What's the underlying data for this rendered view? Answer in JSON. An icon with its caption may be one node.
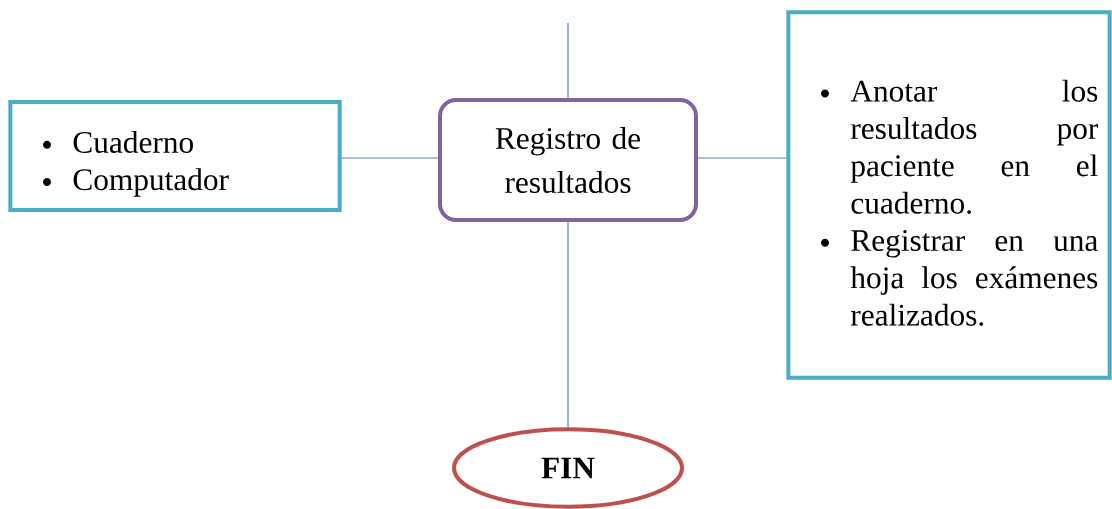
{
  "diagram": {
    "nodes": [
      {
        "text": [
          "Cuaderno",
          "Computador"
        ]
      },
      {
        "text": [
          "Registro de resultados"
        ]
      },
      {
        "text": [
          "Anotar los resultados por paciente en el cuaderno.",
          "Registrar en una hoja los exámenes realizados."
        ]
      },
      {
        "text": [
          "FIN"
        ]
      }
    ],
    "edges": [
      {
        "from": null,
        "to": 1,
        "arrow": "none"
      },
      {
        "from": 0,
        "to": 1,
        "arrow": "none"
      },
      {
        "from": 1,
        "to": 2,
        "arrow": "none"
      },
      {
        "from": 1,
        "to": 3,
        "arrow": "none"
      }
    ]
  }
}
